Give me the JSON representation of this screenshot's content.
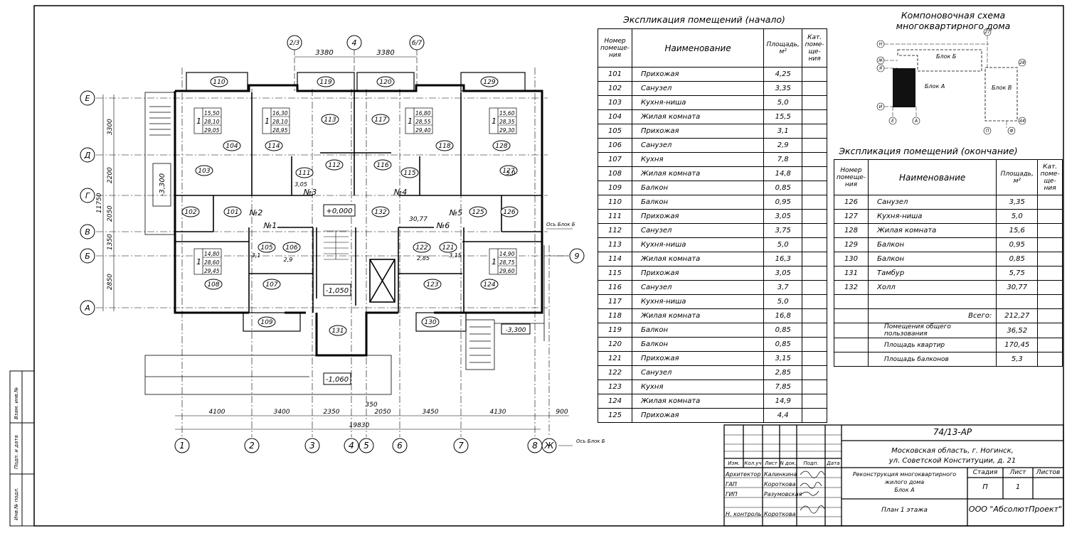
{
  "explication_start": {
    "title": "Экспликация помещений (начало)",
    "headers": [
      "Номер помеще-ния",
      "Наименование",
      "Площадь, м²",
      "Кат. поме-ще-ния"
    ],
    "rows": [
      [
        "101",
        "Прихожая",
        "4,25"
      ],
      [
        "102",
        "Санузел",
        "3,35"
      ],
      [
        "103",
        "Кухня-ниша",
        "5,0"
      ],
      [
        "104",
        "Жилая комната",
        "15,5"
      ],
      [
        "105",
        "Прихожая",
        "3,1"
      ],
      [
        "106",
        "Санузел",
        "2,9"
      ],
      [
        "107",
        "Кухня",
        "7,8"
      ],
      [
        "108",
        "Жилая комната",
        "14,8"
      ],
      [
        "109",
        "Балкон",
        "0,85"
      ],
      [
        "110",
        "Балкон",
        "0,95"
      ],
      [
        "111",
        "Прихожая",
        "3,05"
      ],
      [
        "112",
        "Санузел",
        "3,75"
      ],
      [
        "113",
        "Кухня-ниша",
        "5,0"
      ],
      [
        "114",
        "Жилая комната",
        "16,3"
      ],
      [
        "115",
        "Прихожая",
        "3,05"
      ],
      [
        "116",
        "Санузел",
        "3,7"
      ],
      [
        "117",
        "Кухня-ниша",
        "5,0"
      ],
      [
        "118",
        "Жилая комната",
        "16,8"
      ],
      [
        "119",
        "Балкон",
        "0,85"
      ],
      [
        "120",
        "Балкон",
        "0,85"
      ],
      [
        "121",
        "Прихожая",
        "3,15"
      ],
      [
        "122",
        "Санузел",
        "2,85"
      ],
      [
        "123",
        "Кухня",
        "7,85"
      ],
      [
        "124",
        "Жилая комната",
        "14,9"
      ],
      [
        "125",
        "Прихожая",
        "4,4"
      ]
    ]
  },
  "explication_end": {
    "title": "Экспликация помещений (окончание)",
    "headers": [
      "Номер помеще-ния",
      "Наименование",
      "Площадь, м²",
      "Кат. поме-ще-ния"
    ],
    "rows": [
      [
        "126",
        "Санузел",
        "3,35"
      ],
      [
        "127",
        "Кухня-ниша",
        "5,0"
      ],
      [
        "128",
        "Жилая комната",
        "15,6"
      ],
      [
        "129",
        "Балкон",
        "0,95"
      ],
      [
        "130",
        "Балкон",
        "0,85"
      ],
      [
        "131",
        "Тамбур",
        "5,75"
      ],
      [
        "132",
        "Холл",
        "30,77"
      ]
    ],
    "totals": [
      [
        "Всего:",
        "212,27"
      ],
      [
        "Помещения общего пользования",
        "36,52"
      ],
      [
        "Площадь квартир",
        "170,45"
      ],
      [
        "Площадь балконов",
        "5,3"
      ]
    ]
  },
  "scheme": {
    "title": "Компоновочная схема многоквартирного дома",
    "block_a": "Блок А",
    "block_b": "Блок Б",
    "block_v": "Блок В",
    "axes": [
      "Н",
      "Ж",
      "Я",
      "И",
      "Е",
      "А",
      "27",
      "28",
      "44",
      "П",
      "Ф"
    ]
  },
  "plan": {
    "axes_bottom": [
      "1",
      "2",
      "3",
      "4",
      "5",
      "6",
      "7",
      "8",
      "Ж"
    ],
    "axes_top": [
      "2/3",
      "4",
      "6/7"
    ],
    "axes_left": [
      "Е",
      "Д",
      "Г",
      "В",
      "Б",
      "А"
    ],
    "axis_right": "9",
    "dims_bottom": [
      "4100",
      "3400",
      "2350",
      "2050",
      "3450",
      "4130",
      "900"
    ],
    "dim_350": "350",
    "dim_total": "19830",
    "dims_top": [
      "3380",
      "3380"
    ],
    "dims_left": [
      "3300",
      "2200",
      "2050",
      "1350",
      "2850"
    ],
    "dim_left_total": "11750",
    "note_axis_b": "Ось Блок Б",
    "note_axis_b2": "Ось Блок Б",
    "levels": [
      "+0,000",
      "-1,050",
      "-1,060",
      "-3,300",
      "-3,300"
    ],
    "rooms": [
      "101",
      "102",
      "103",
      "104",
      "105",
      "106",
      "107",
      "108",
      "109",
      "110",
      "111",
      "112",
      "113",
      "114",
      "115",
      "116",
      "117",
      "118",
      "119",
      "120",
      "121",
      "122",
      "123",
      "124",
      "125",
      "126",
      "127",
      "128",
      "129",
      "130",
      "131",
      "132"
    ],
    "apartment_labels": [
      "№1",
      "№2",
      "№3",
      "№4",
      "№5",
      "№6"
    ],
    "apt_tags": [
      {
        "n": "1",
        "a": "15,50",
        "b": "28,10",
        "c": "29,05"
      },
      {
        "n": "1",
        "a": "16,30",
        "b": "28,10",
        "c": "28,95"
      },
      {
        "n": "1",
        "a": "16,80",
        "b": "28,55",
        "c": "29,40"
      },
      {
        "n": "1",
        "a": "15,60",
        "b": "28,35",
        "c": "29,30"
      },
      {
        "n": "1",
        "a": "14,80",
        "b": "28,60",
        "c": "29,45"
      },
      {
        "n": "1",
        "a": "14,90",
        "b": "28,75",
        "c": "29,60"
      }
    ],
    "small_areas": [
      "3,05",
      "5,0",
      "30,77",
      "3,1",
      "2,9",
      "2,85",
      "3,15"
    ]
  },
  "title_block": {
    "code": "74/13-АР",
    "address1": "Московская область, г. Ногинск,",
    "address2": "ул. Советской Конституции, д. 21",
    "object1": "Реконструкция многоквартирного",
    "object2": "жилого дома",
    "object3": "Блок А",
    "sheet_name": "План 1 этажа",
    "company": "ООО \"АбсолютПроект\"",
    "col_heads": [
      "Изм.",
      "Кол.уч",
      "Лист",
      "N док.",
      "Подп.",
      "Дата"
    ],
    "stage_head": "Стадия",
    "sheet_head": "Лист",
    "sheets_head": "Листов",
    "stage": "П",
    "sheet": "1",
    "roles": [
      "Архитектор",
      "ГАП",
      "ГИП",
      "Н. контроль"
    ],
    "names": [
      "Калинкина",
      "Короткова",
      "Разумовская",
      "Короткова"
    ]
  },
  "side_stamp": [
    "Взам. инв.№",
    "Подп. и дата",
    "Инв.№ подл."
  ]
}
